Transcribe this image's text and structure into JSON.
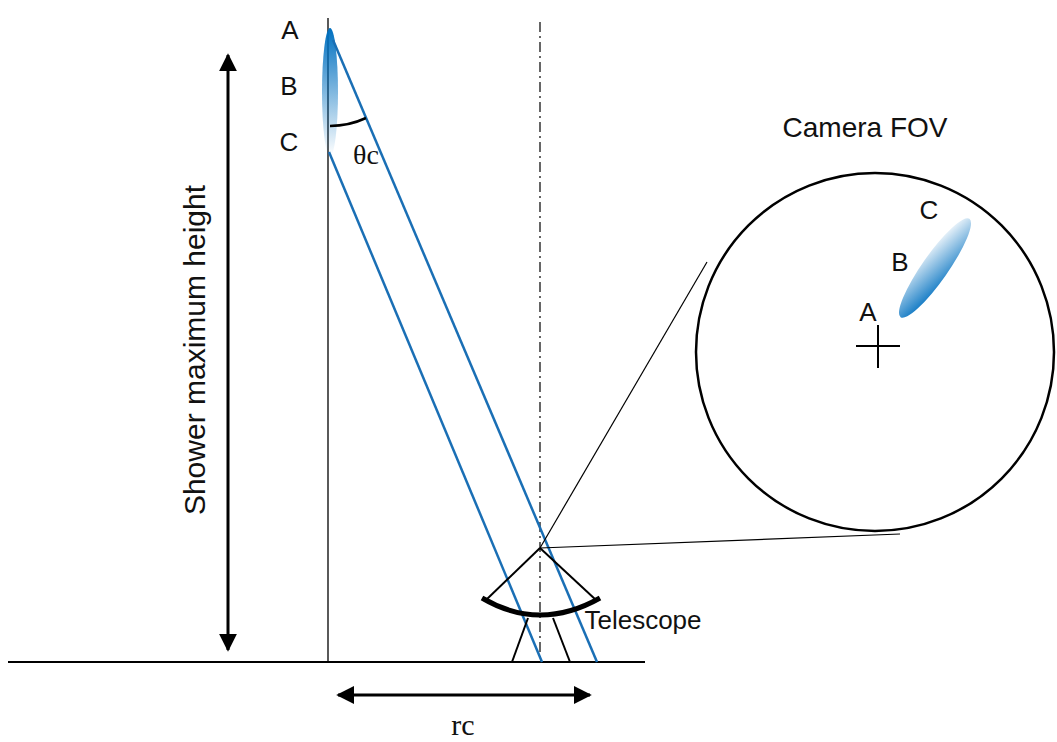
{
  "diagram": {
    "nodes": [
      {
        "text": [
          "Camera FOV",
          "C",
          "B",
          "A"
        ]
      }
    ],
    "labels": [
      "A",
      "B",
      "C",
      "θc",
      "Shower maximum height",
      "Telescope",
      "rc"
    ]
  }
}
